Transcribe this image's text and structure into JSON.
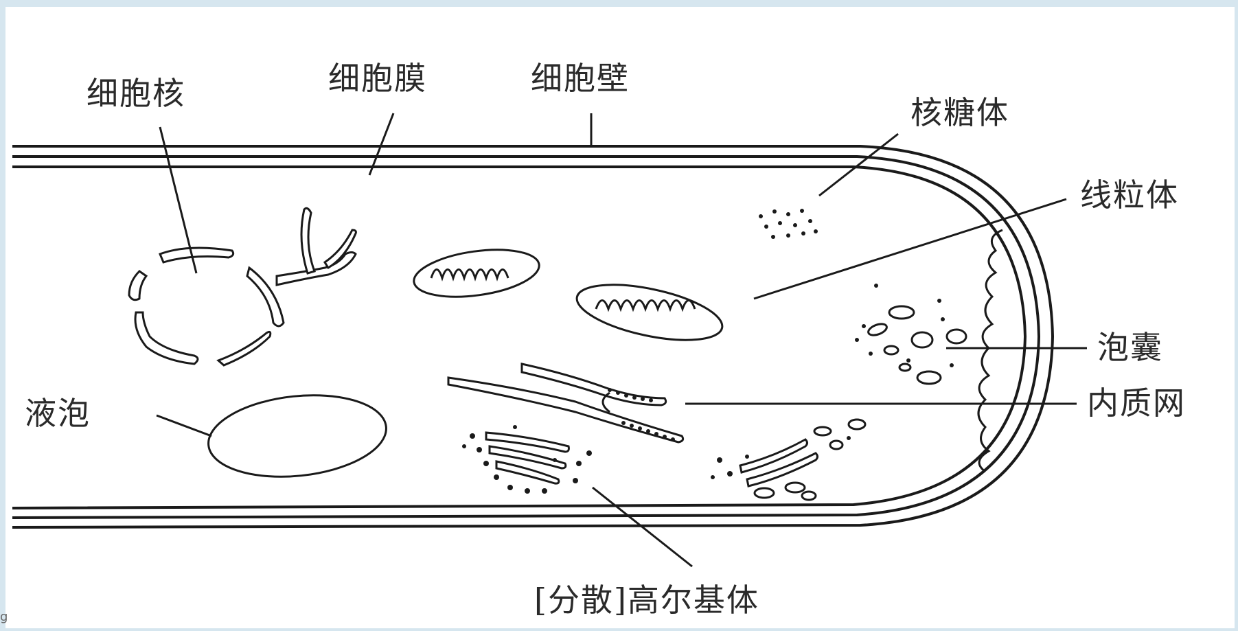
{
  "labels": {
    "nucleus": "细胞核",
    "membrane": "细胞膜",
    "wall": "细胞壁",
    "ribosome": "核糖体",
    "mitochondria": "线粒体",
    "vesicle": "泡囊",
    "er": "内质网",
    "vacuole": "液泡",
    "golgi": "[分散]高尔基体"
  },
  "corner_mark": "g"
}
